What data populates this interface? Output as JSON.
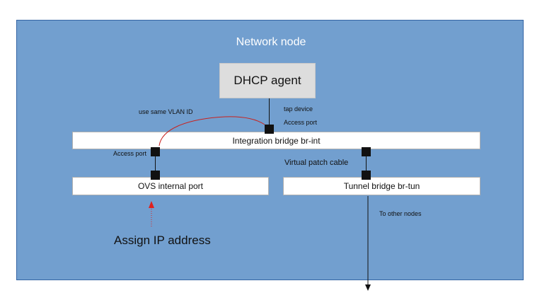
{
  "title": "Network node",
  "components": {
    "dhcp_agent": "DHCP agent",
    "integration_bridge": "Integration bridge br-int",
    "ovs_internal_port": "OVS internal port",
    "tunnel_bridge": "Tunnel bridge br-tun"
  },
  "labels": {
    "tap_device": "tap device",
    "access_port_dhcp": "Access port",
    "access_port_ovs": "Access port",
    "use_same_vlan": "use same VLAN ID",
    "virtual_patch_cable": "Virtual patch cable",
    "to_other_nodes": "To other nodes",
    "assign_ip": "Assign IP address"
  },
  "colors": {
    "node_background": "#729fcf",
    "vlan_curve": "#c9211e",
    "assign_arrow": "#e0211e"
  }
}
